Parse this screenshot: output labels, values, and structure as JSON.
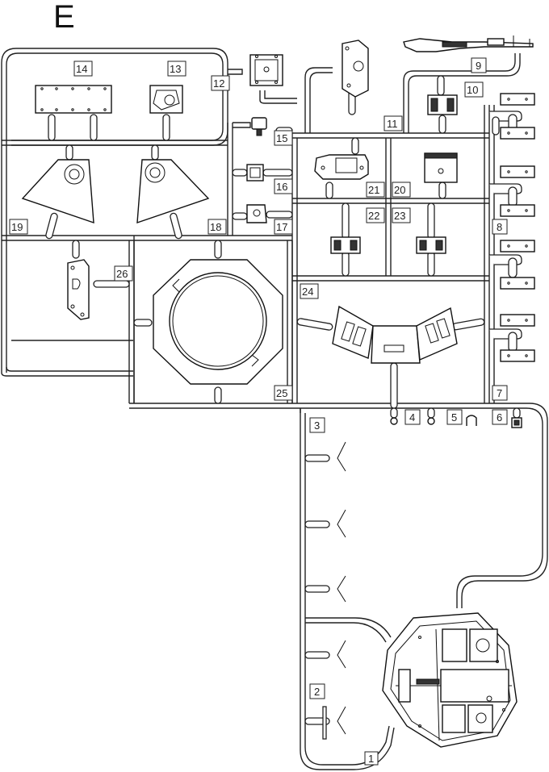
{
  "sprue": {
    "letter": "E",
    "part_numbers": [
      "1",
      "2",
      "3",
      "4",
      "5",
      "6",
      "7",
      "8",
      "9",
      "10",
      "11",
      "12",
      "13",
      "14",
      "15",
      "16",
      "17",
      "18",
      "19",
      "20",
      "21",
      "22",
      "23",
      "24",
      "25",
      "26"
    ]
  },
  "colors": {
    "line": "#222222",
    "background": "#ffffff"
  }
}
